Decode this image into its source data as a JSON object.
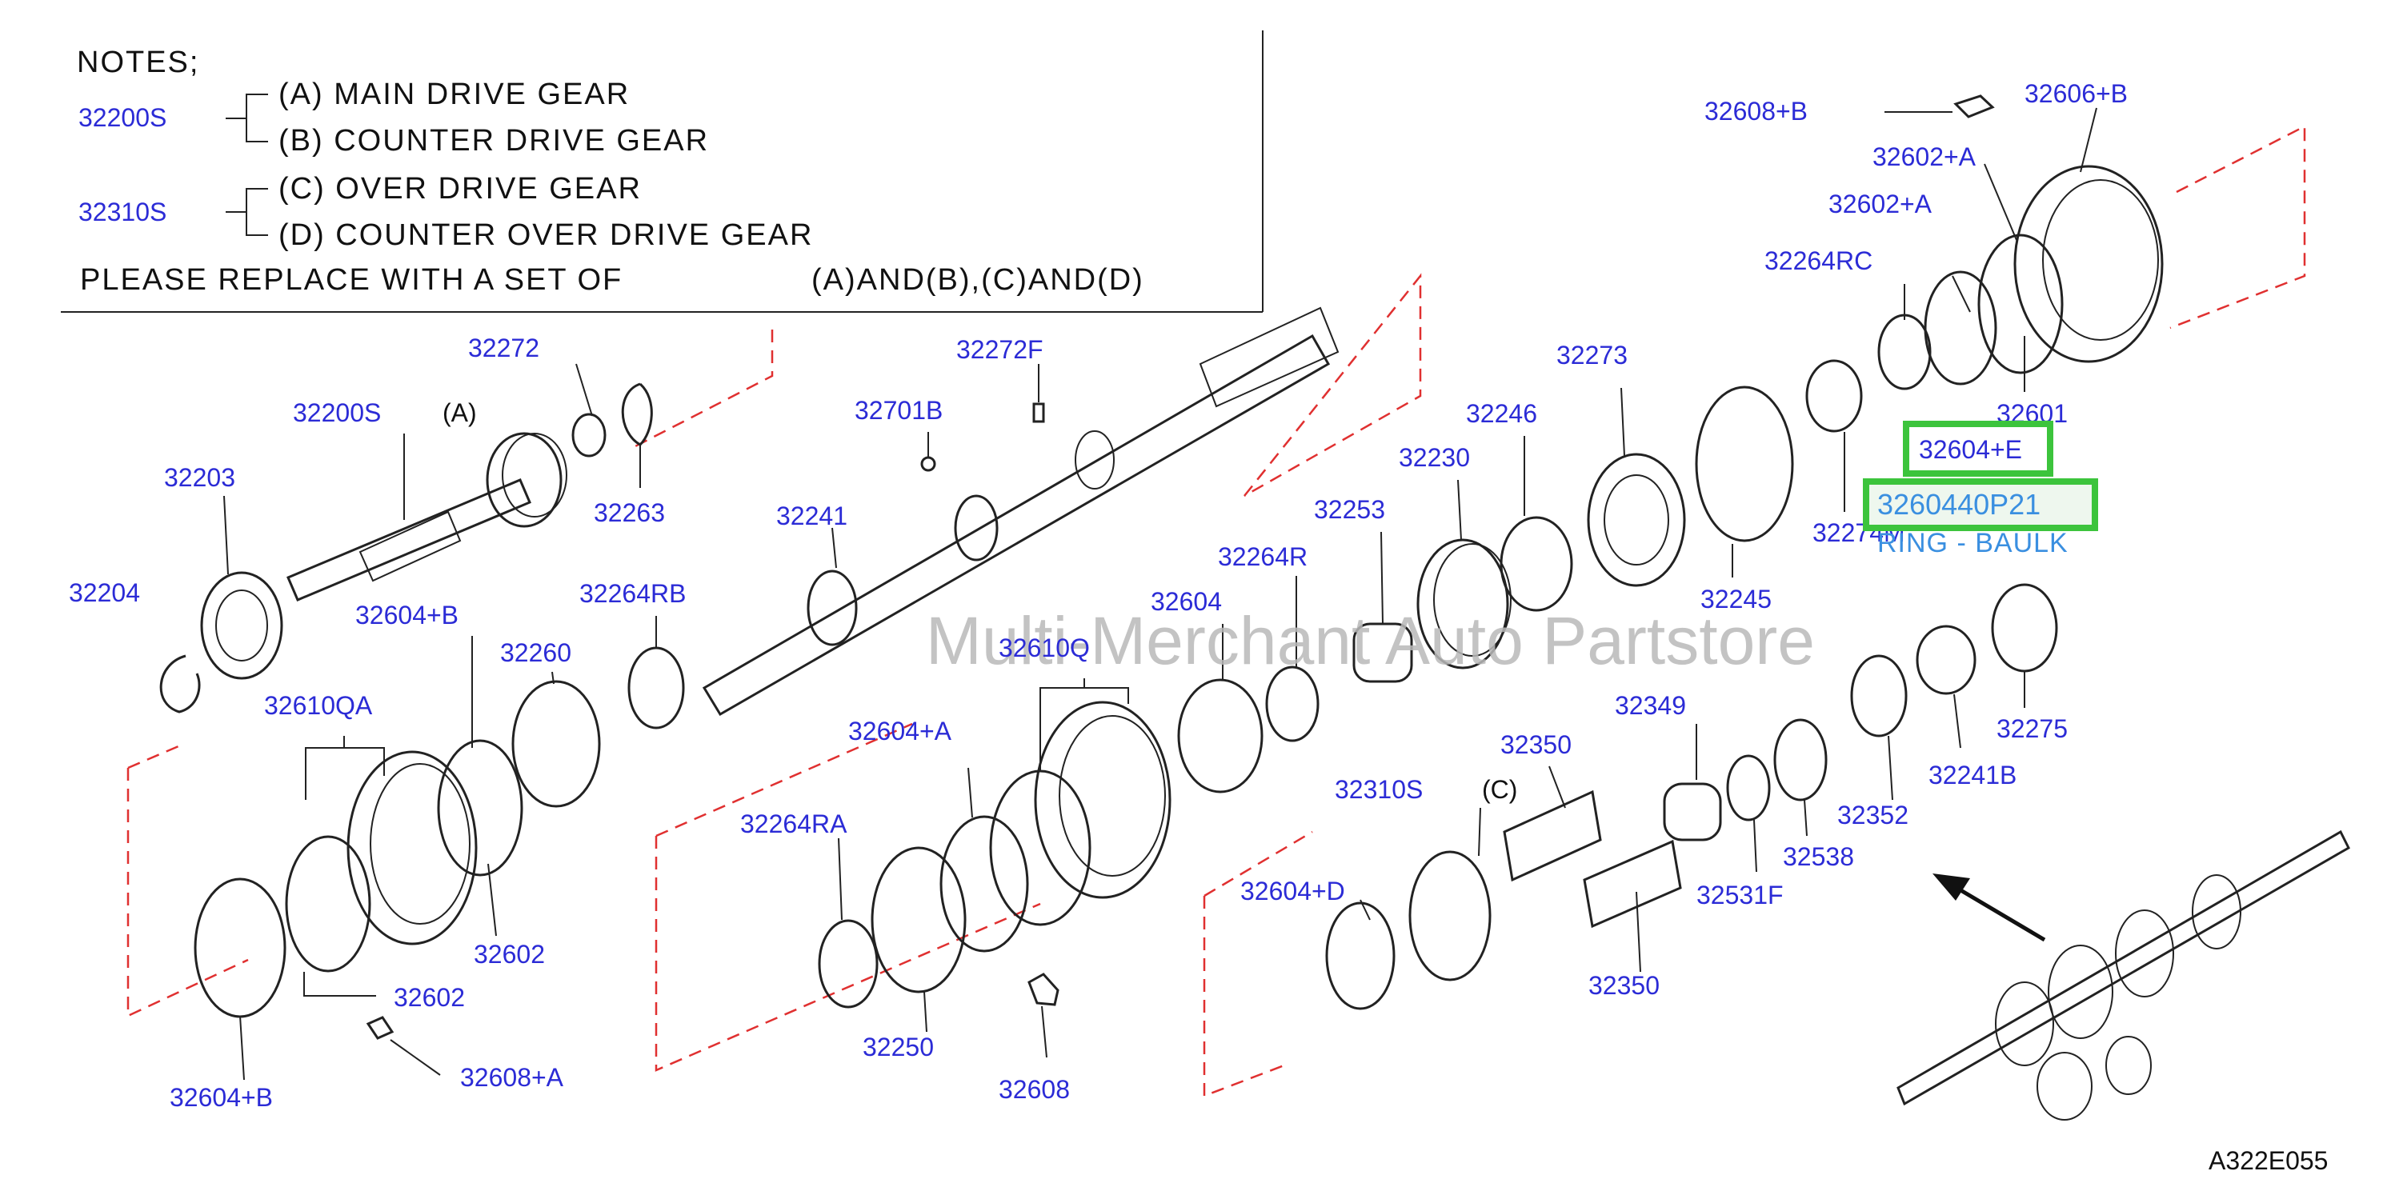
{
  "colors": {
    "part_number": "#2b2bd6",
    "highlight": "#3cc43c",
    "watermark": "#b9b9b9",
    "dash_line": "#e03030",
    "callout_text": "#3a8fe0"
  },
  "notes": {
    "title": "NOTES;",
    "set1_id": "32200S",
    "set1_a": "(A)  MAIN  DRIVE  GEAR",
    "set1_b": "(B)  COUNTER  DRIVE  GEAR",
    "set2_id": "32310S",
    "set2_c": "(C)  OVER  DRIVE  GEAR",
    "set2_d": "(D)  COUNTER  OVER  DRIVE  GEAR",
    "replace": "PLEASE  REPLACE  WITH  A  SET  OF",
    "replace_sets": "(A)AND(B),(C)AND(D)"
  },
  "watermark": "Multi-Merchant Auto Partstore",
  "figure_id": "A322E055",
  "highlight": {
    "part": "32604+E",
    "number": "3260440P21",
    "desc": "RING - BAULK"
  },
  "labels": {
    "l32608B": "32608+B",
    "l32606B": "32606+B",
    "l32602A_1": "32602+A",
    "l32602A_2": "32602+A",
    "l32264RC": "32264RC",
    "l32601": "32601",
    "l32273": "32273",
    "l32274M": "32274M",
    "l32246": "32246",
    "l32230": "32230",
    "l32245": "32245",
    "l32253": "32253",
    "l32264R": "32264R",
    "l32604": "32604",
    "l32272F": "32272F",
    "l32701B": "32701B",
    "l32241": "32241",
    "l32272": "32272",
    "l32200S": "32200S",
    "lA": "(A)",
    "l32203": "32203",
    "l32263": "32263",
    "l32204": "32204",
    "l32604B_1": "32604+B",
    "l32264RB": "32264RB",
    "l32260": "32260",
    "l32610QA": "32610QA",
    "l32602_1": "32602",
    "l32602_2": "32602",
    "l32604B_2": "32604+B",
    "l32608A": "32608+A",
    "l32610Q": "32610Q",
    "l32604A": "32604+A",
    "l32264RA": "32264RA",
    "l32250": "32250",
    "l32608": "32608",
    "l32310S": "32310S",
    "lC": "(C)",
    "l32350_1": "32350",
    "l32350_2": "32350",
    "l32604D": "32604+D",
    "l32349": "32349",
    "l32531F": "32531F",
    "l32538": "32538",
    "l32352": "32352",
    "l32241B": "32241B",
    "l32275": "32275"
  }
}
